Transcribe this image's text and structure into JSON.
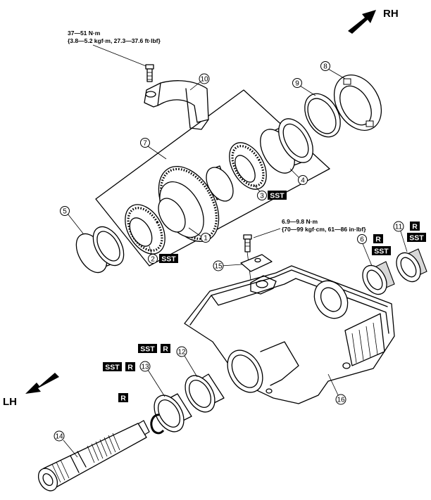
{
  "directions": {
    "rh": "RH",
    "lh": "LH"
  },
  "torque_specs": {
    "bracket_bolt": {
      "line1": "37—51 N·m",
      "line2": "{3.8—5.2 kgf·m, 27.3—37.6 ft·lbf}"
    },
    "plate_bolt": {
      "line1": "6.9—9.8 N·m",
      "line2": "{70—99 kgf·cm, 61—86 in·lbf}"
    }
  },
  "callouts": [
    "1",
    "2",
    "3",
    "4",
    "5",
    "6",
    "7",
    "8",
    "9",
    "10",
    "11",
    "12",
    "13",
    "14",
    "15",
    "16"
  ],
  "badges": {
    "sst": "SST",
    "r": "R"
  }
}
